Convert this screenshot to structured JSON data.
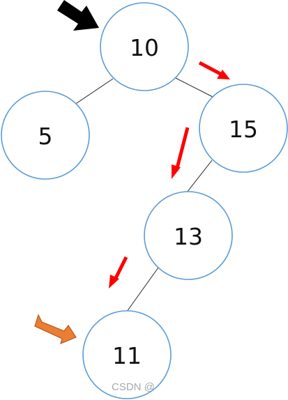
{
  "tree": {
    "nodes": [
      {
        "id": "n10",
        "value": "10"
      },
      {
        "id": "n5",
        "value": "5"
      },
      {
        "id": "n15",
        "value": "15"
      },
      {
        "id": "n13",
        "value": "13"
      },
      {
        "id": "n11",
        "value": "11"
      }
    ],
    "edges": [
      {
        "from": "n10",
        "to": "n5"
      },
      {
        "from": "n10",
        "to": "n15"
      },
      {
        "from": "n15",
        "to": "n13"
      },
      {
        "from": "n13",
        "to": "n11"
      }
    ],
    "path": [
      "n10",
      "n15",
      "n13",
      "n11"
    ]
  },
  "style": {
    "node_stroke": "#5b9bd5",
    "start_arrow_color": "#000000",
    "path_arrow_color": "#ff0000",
    "target_arrow_fill": "#ed7d31",
    "target_arrow_stroke": "#ae5a21"
  },
  "watermark": {
    "text": "CSDN @"
  }
}
